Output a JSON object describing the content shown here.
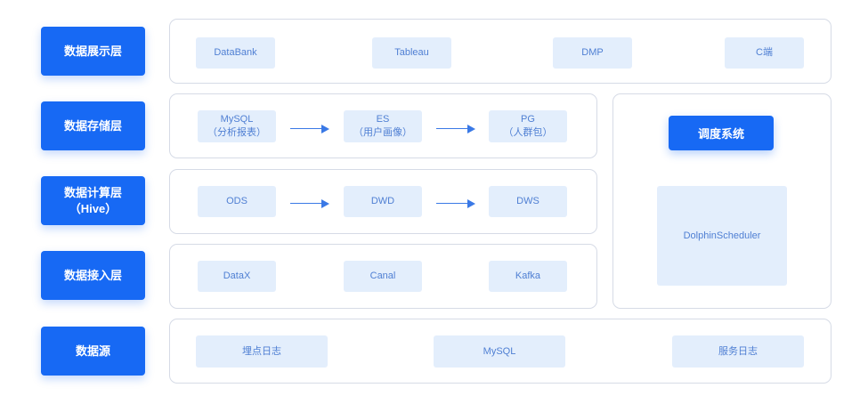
{
  "layers": {
    "display": "数据展示层",
    "storage": "数据存储层",
    "compute_line1": "数据计算层",
    "compute_line2": "（Hive）",
    "ingest": "数据接入层",
    "source": "数据源"
  },
  "display_items": [
    "DataBank",
    "Tableau",
    "DMP",
    "C端"
  ],
  "storage_items": [
    {
      "name": "MySQL",
      "sub": "（分析报表）"
    },
    {
      "name": "ES",
      "sub": "（用户画像）"
    },
    {
      "name": "PG",
      "sub": "（人群包）"
    }
  ],
  "compute_items": [
    "ODS",
    "DWD",
    "DWS"
  ],
  "ingest_items": [
    "DataX",
    "Canal",
    "Kafka"
  ],
  "source_items": [
    "埋点日志",
    "MySQL",
    "服务日志"
  ],
  "scheduler": {
    "title": "调度系统",
    "tool": "DolphinScheduler"
  },
  "colors": {
    "accent": "#1769f4",
    "chip_bg": "#e3eefc",
    "chip_text": "#4f7fd3",
    "panel_border": "#d6dbe6"
  }
}
